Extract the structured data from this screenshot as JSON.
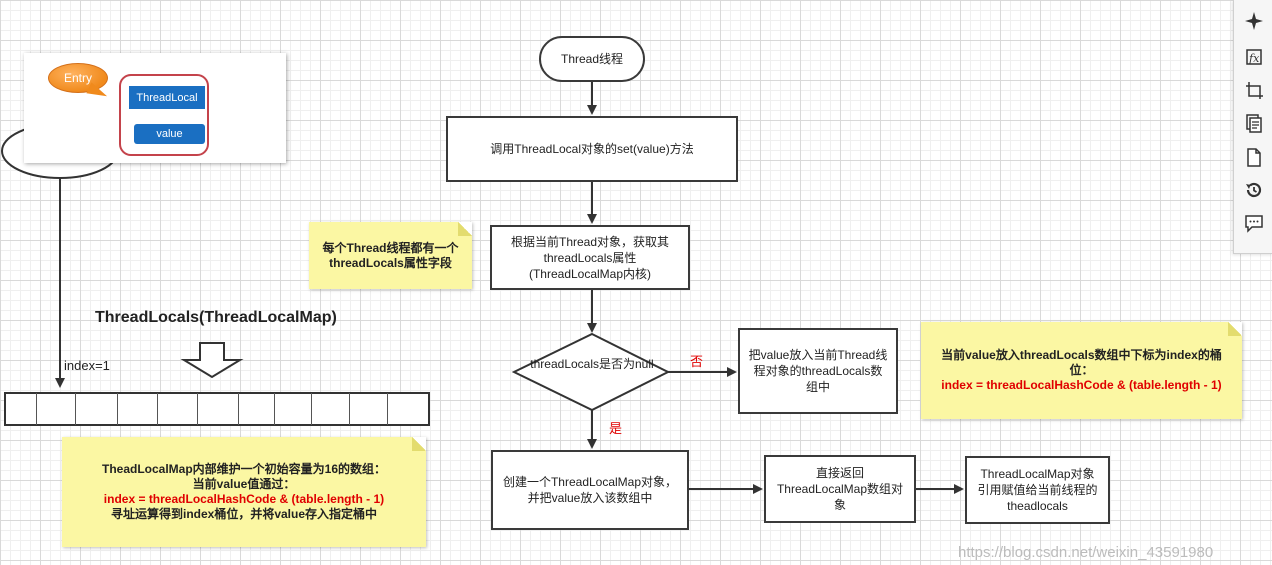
{
  "entry_panel": {
    "entry_label": "Entry",
    "key_label": "ThreadLocal",
    "value_label": "value"
  },
  "array": {
    "title": "ThreadLocals(ThreadLocalMap)",
    "index_label": "index=1"
  },
  "notes": {
    "thread_note": "每个Thread线程都有一个threadLocals属性字段",
    "map_note": {
      "line1": "TheadLocalMap内部维护一个初始容量为16的数组：",
      "line2": "当前value值通过：",
      "line3": "index = threadLocalHashCode & (table.length - 1)",
      "line4": "寻址运算得到index桶位，并将value存入指定桶中"
    },
    "index_note": {
      "line1": "当前value放入threadLocals数组中下标为index的桶位：",
      "line2": "index = threadLocalHashCode & (table.length - 1)"
    }
  },
  "flow": {
    "start": "Thread线程",
    "call_set": "调用ThreadLocal对象的set(value)方法",
    "get_locals": "根据当前Thread对象，获取其threadLocals属性(ThreadLocalMap内核)",
    "decision": "threadLocals是否为null",
    "no_label": "否",
    "yes_label": "是",
    "put_value": "把value放入当前Thread线程对象的threadLocals数组中",
    "create_map": "创建一个ThreadLocalMap对象，并把value放入该数组中",
    "return_map": "直接返回ThreadLocalMap数组对象",
    "assign_ref": "ThreadLocalMap对象引用赋值给当前线程的theadlocals"
  },
  "watermark": "https://blog.csdn.net/weixin_43591980",
  "toolbar": {
    "icons": [
      "compass-icon",
      "function-icon",
      "crop-icon",
      "pages-icon",
      "page-icon",
      "history-icon",
      "comment-icon"
    ]
  },
  "colors": {
    "note_yellow": "#fbf7a3",
    "box_blue": "#1a6fc2",
    "entry_orange": "#f08a1c",
    "highlight_red": "#e00000"
  }
}
